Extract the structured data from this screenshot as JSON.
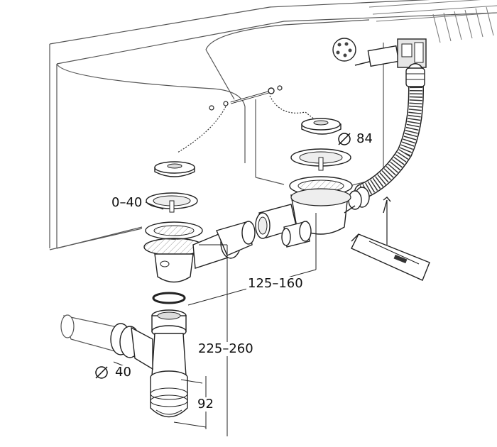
{
  "labels": {
    "ring_height": "0–40",
    "strainer_diameter": "84",
    "bowl_spacing": "125–160",
    "trap_height": "225–260",
    "pipe_diameter": "40",
    "trap_depth": "92"
  },
  "symbols": {
    "diameter": "diameter-icon"
  },
  "colors": {
    "line": "#222222",
    "fill": "#ffffff",
    "shade": "#d9d9d9"
  }
}
